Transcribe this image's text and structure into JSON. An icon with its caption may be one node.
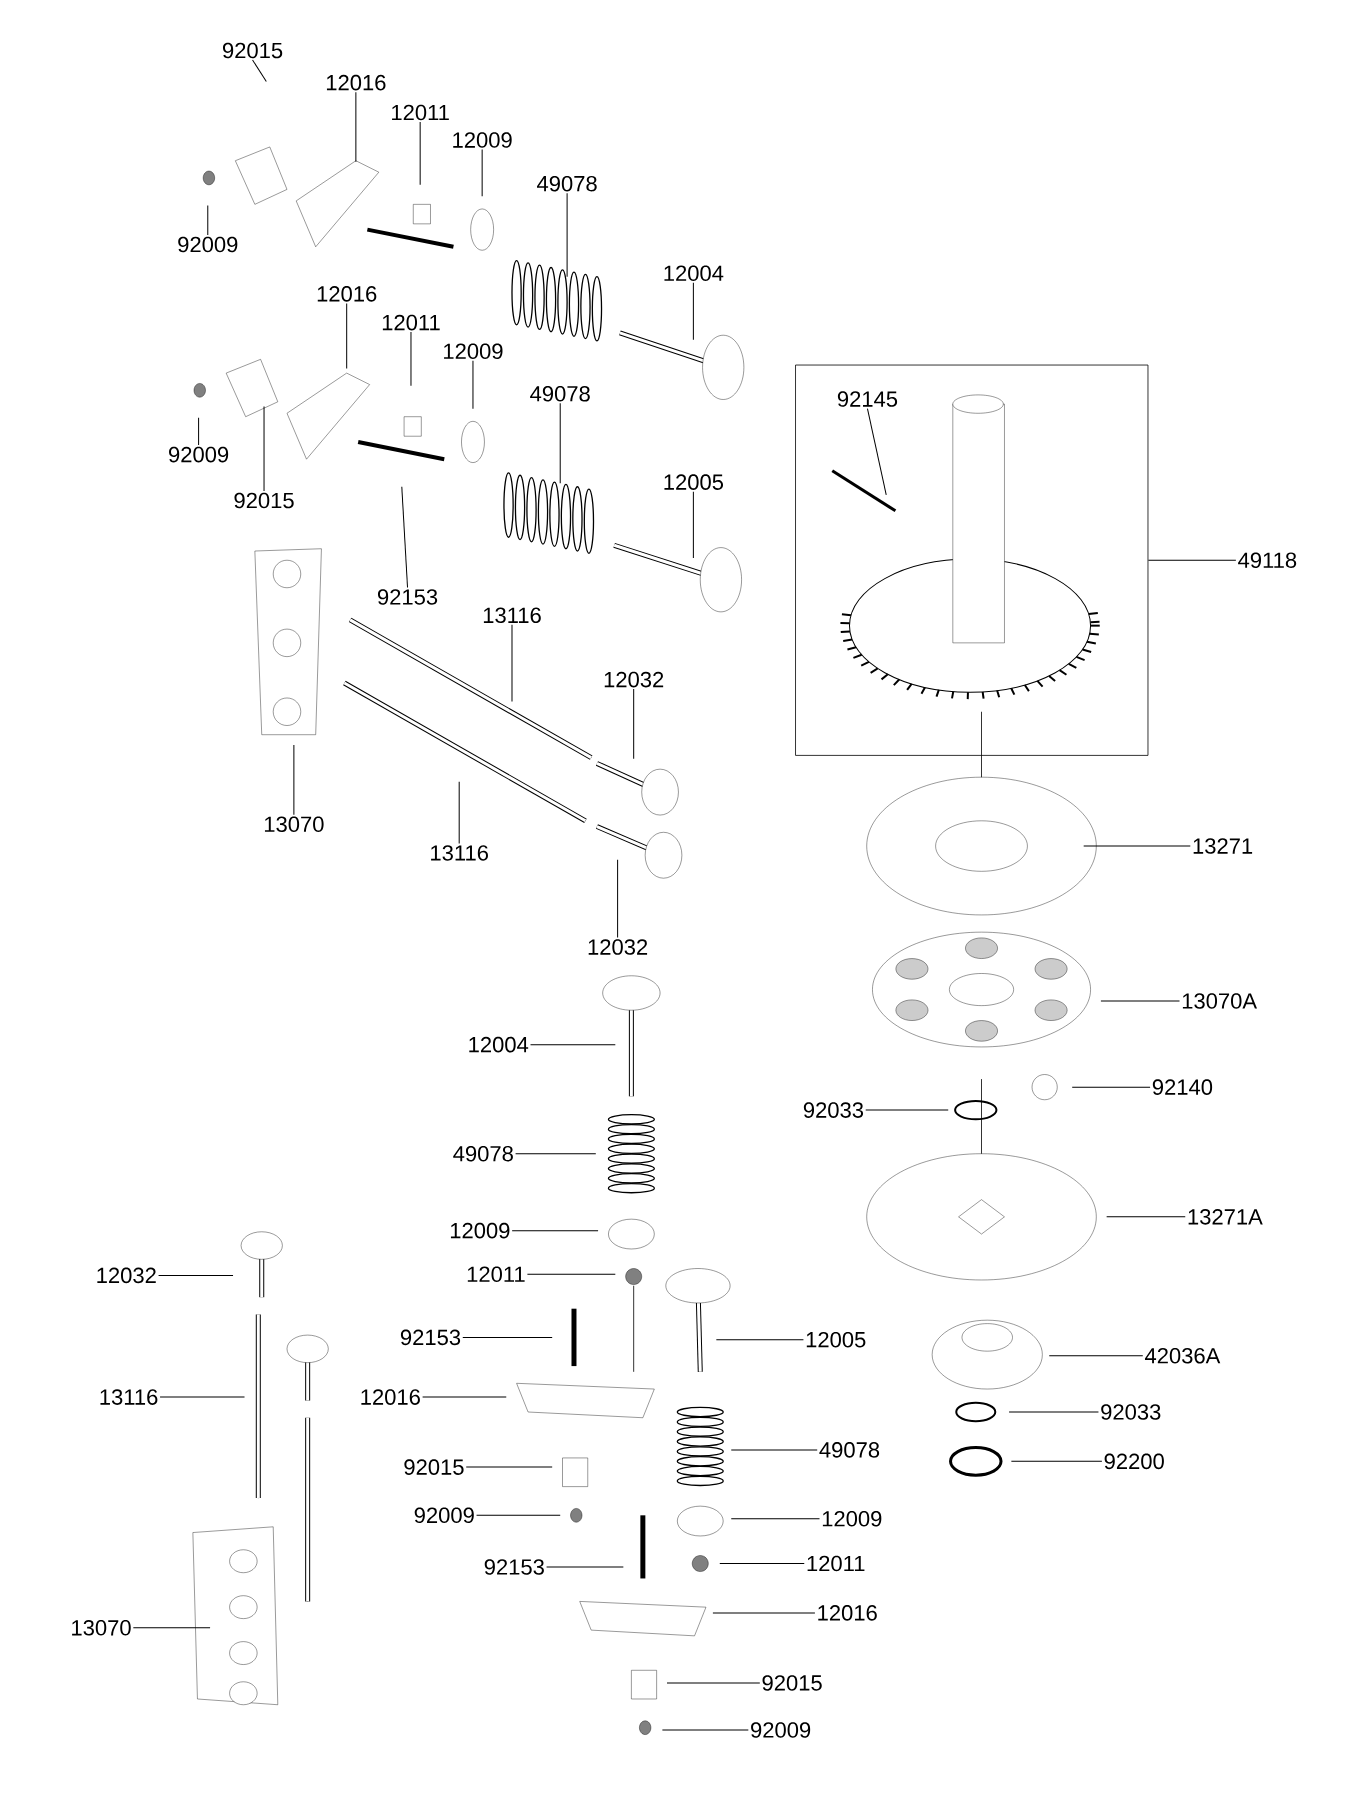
{
  "diagram": {
    "nodes": [
      {
        "text": [],
        "shape": "box"
      },
      {
        "text": [
          "92015"
        ]
      },
      {
        "text": [
          "12016"
        ]
      },
      {
        "text": [
          "12011"
        ]
      },
      {
        "text": [
          "12009"
        ]
      },
      {
        "text": [
          "49078"
        ]
      },
      {
        "text": [
          "92009"
        ]
      },
      {
        "text": [
          "12004"
        ]
      },
      {
        "text": [
          "12016"
        ]
      },
      {
        "text": [
          "12011"
        ]
      },
      {
        "text": [
          "12009"
        ]
      },
      {
        "text": [
          "49078"
        ]
      },
      {
        "text": [
          "92009"
        ]
      },
      {
        "text": [
          "92015"
        ]
      },
      {
        "text": [
          "12005"
        ]
      },
      {
        "text": [
          "92145"
        ],
        "in": 0
      },
      {
        "text": [
          "92153"
        ]
      },
      {
        "text": [
          "13116"
        ]
      },
      {
        "text": [
          "49118"
        ]
      },
      {
        "text": [
          "12032"
        ]
      },
      {
        "text": [
          "13070"
        ]
      },
      {
        "text": [
          "13116"
        ]
      },
      {
        "text": [
          "12032"
        ]
      },
      {
        "text": [
          "13271"
        ]
      },
      {
        "text": [
          "13070A"
        ]
      },
      {
        "text": [
          "12004"
        ]
      },
      {
        "text": [
          "92140"
        ]
      },
      {
        "text": [
          "92033"
        ]
      },
      {
        "text": [
          "49078"
        ]
      },
      {
        "text": [
          "13271A"
        ]
      },
      {
        "text": [
          "12009"
        ]
      },
      {
        "text": [
          "12011"
        ]
      },
      {
        "text": [
          "12032"
        ]
      },
      {
        "text": [
          "42036A"
        ]
      },
      {
        "text": [
          "92153"
        ]
      },
      {
        "text": [
          "12005"
        ]
      },
      {
        "text": [
          "13116"
        ]
      },
      {
        "text": [
          "12016"
        ]
      },
      {
        "text": [
          "92033"
        ]
      },
      {
        "text": [
          "49078"
        ]
      },
      {
        "text": [
          "92015"
        ]
      },
      {
        "text": [
          "92200"
        ]
      },
      {
        "text": [
          "92009"
        ]
      },
      {
        "text": [
          "12009"
        ]
      },
      {
        "text": [
          "92153"
        ]
      },
      {
        "text": [
          "12011"
        ]
      },
      {
        "text": [
          "13070"
        ]
      },
      {
        "text": [
          "12016"
        ]
      },
      {
        "text": [
          "92015"
        ]
      },
      {
        "text": [
          "92009"
        ]
      }
    ],
    "edges": [
      {
        "from": 1,
        "to": null,
        "arrow": "none"
      },
      {
        "from": 2,
        "to": null,
        "arrow": "none"
      },
      {
        "from": 3,
        "to": null,
        "arrow": "none"
      },
      {
        "from": 4,
        "to": null,
        "arrow": "none"
      },
      {
        "from": 5,
        "to": null,
        "arrow": "none"
      },
      {
        "from": 6,
        "to": null,
        "arrow": "none"
      },
      {
        "from": 7,
        "to": null,
        "arrow": "none"
      },
      {
        "from": 8,
        "to": null,
        "arrow": "none"
      },
      {
        "from": 9,
        "to": null,
        "arrow": "none"
      },
      {
        "from": 10,
        "to": null,
        "arrow": "none"
      },
      {
        "from": 11,
        "to": null,
        "arrow": "none"
      },
      {
        "from": 12,
        "to": null,
        "arrow": "none"
      },
      {
        "from": 13,
        "to": null,
        "arrow": "none"
      },
      {
        "from": 14,
        "to": null,
        "arrow": "none"
      },
      {
        "from": 15,
        "to": null,
        "arrow": "none"
      },
      {
        "from": 16,
        "to": null,
        "arrow": "none"
      },
      {
        "from": 17,
        "to": null,
        "arrow": "none"
      },
      {
        "from": 18,
        "to": 0,
        "arrow": "none"
      },
      {
        "from": 19,
        "to": null,
        "arrow": "none"
      },
      {
        "from": 20,
        "to": null,
        "arrow": "none"
      },
      {
        "from": 21,
        "to": null,
        "arrow": "none"
      },
      {
        "from": 22,
        "to": null,
        "arrow": "none"
      },
      {
        "from": 23,
        "to": null,
        "arrow": "none"
      },
      {
        "from": 24,
        "to": null,
        "arrow": "none"
      },
      {
        "from": 25,
        "to": null,
        "arrow": "none"
      },
      {
        "from": 26,
        "to": null,
        "arrow": "none"
      },
      {
        "from": 27,
        "to": null,
        "arrow": "none"
      },
      {
        "from": 28,
        "to": null,
        "arrow": "none"
      },
      {
        "from": 29,
        "to": null,
        "arrow": "none"
      },
      {
        "from": 30,
        "to": null,
        "arrow": "none"
      },
      {
        "from": 31,
        "to": null,
        "arrow": "none"
      },
      {
        "from": 32,
        "to": null,
        "arrow": "none"
      },
      {
        "from": 33,
        "to": null,
        "arrow": "none"
      },
      {
        "from": 34,
        "to": null,
        "arrow": "none"
      },
      {
        "from": 35,
        "to": null,
        "arrow": "none"
      },
      {
        "from": 36,
        "to": null,
        "arrow": "none"
      },
      {
        "from": 37,
        "to": null,
        "arrow": "none"
      },
      {
        "from": 38,
        "to": null,
        "arrow": "none"
      },
      {
        "from": 39,
        "to": null,
        "arrow": "none"
      },
      {
        "from": 40,
        "to": null,
        "arrow": "none"
      },
      {
        "from": 41,
        "to": null,
        "arrow": "none"
      },
      {
        "from": 42,
        "to": null,
        "arrow": "none"
      },
      {
        "from": 43,
        "to": null,
        "arrow": "none"
      },
      {
        "from": 44,
        "to": null,
        "arrow": "none"
      },
      {
        "from": 45,
        "to": null,
        "arrow": "none"
      },
      {
        "from": 46,
        "to": null,
        "arrow": "none"
      },
      {
        "from": 47,
        "to": null,
        "arrow": "none"
      },
      {
        "from": 48,
        "to": null,
        "arrow": "none"
      },
      {
        "from": 49,
        "to": null,
        "arrow": "none"
      }
    ]
  }
}
